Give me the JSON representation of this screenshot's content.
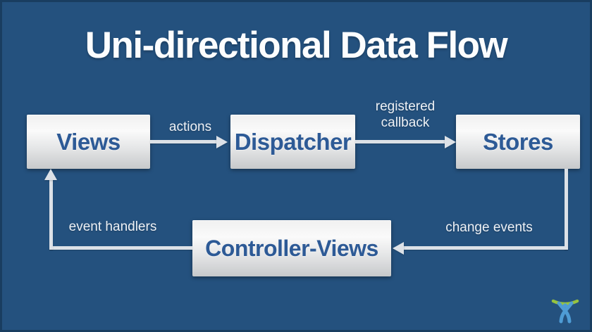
{
  "slide": {
    "title": "Uni-directional Data Flow"
  },
  "colors": {
    "background": "#24517E",
    "title_text": "#FCFDFE",
    "node_text": "#2D5A96",
    "arrow": "#DCE1E7",
    "edge_label_text": "#EDF1F6",
    "node_grad_top": "#F0F0F0",
    "node_grad_mid": "#FAFAFA",
    "node_grad_bottom": "#C7C9CB",
    "logo_blue": "#4E9CD5",
    "logo_green": "#97C33F"
  },
  "nodes": [
    {
      "id": "views",
      "label": "Views"
    },
    {
      "id": "dispatcher",
      "label": "Dispatcher"
    },
    {
      "id": "stores",
      "label": "Stores"
    },
    {
      "id": "controller_views",
      "label": "Controller-Views"
    }
  ],
  "edges": [
    {
      "from": "views",
      "to": "dispatcher",
      "label": "actions"
    },
    {
      "from": "dispatcher",
      "to": "stores",
      "label": "registered callback"
    },
    {
      "from": "stores",
      "to": "controller_views",
      "label": "change events"
    },
    {
      "from": "controller_views",
      "to": "views",
      "label": "event handlers"
    }
  ],
  "logo": {
    "name": "atlassian-logo"
  }
}
